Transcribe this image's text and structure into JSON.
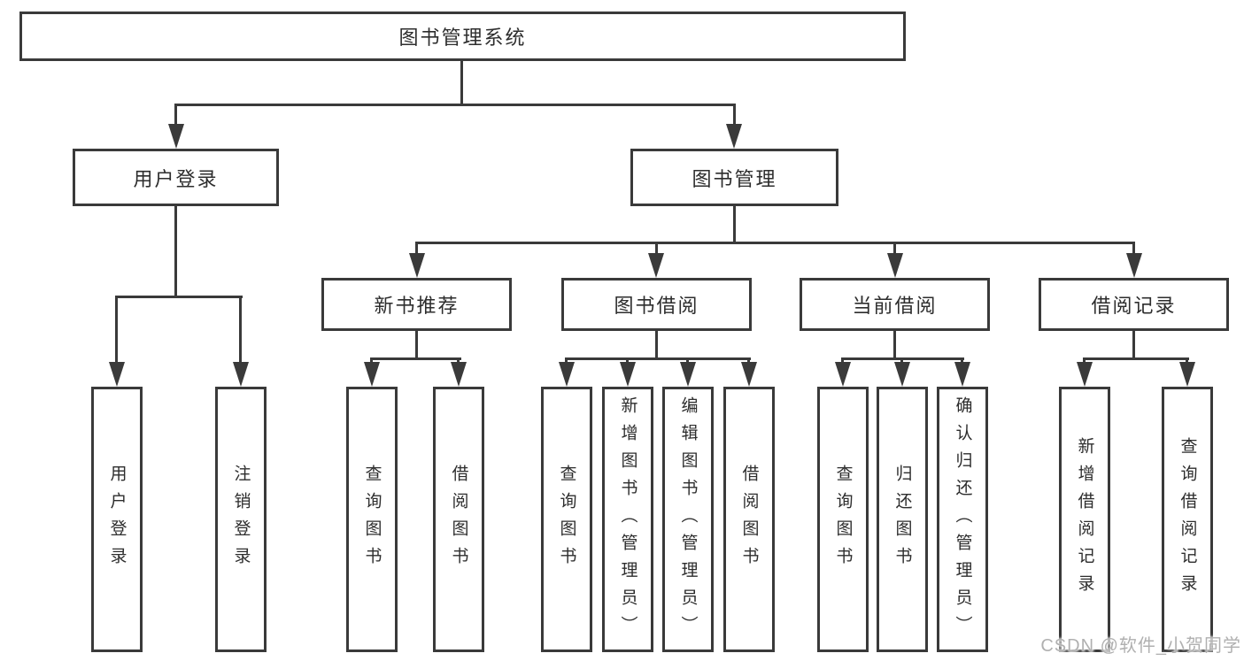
{
  "diagram": {
    "root": {
      "label": "图书管理系统"
    },
    "level2": {
      "user_login": {
        "label": "用户登录"
      },
      "book_mgmt": {
        "label": "图书管理"
      }
    },
    "level3": {
      "new_book_rec": {
        "label": "新书推荐"
      },
      "book_borrow": {
        "label": "图书借阅"
      },
      "current_borrow": {
        "label": "当前借阅"
      },
      "borrow_records": {
        "label": "借阅记录"
      }
    },
    "leaves": {
      "user_login_leaf": {
        "label": "用户登录"
      },
      "logout": {
        "label": "注销登录"
      },
      "rec_query_books": {
        "label": "查询图书"
      },
      "rec_borrow_books": {
        "label": "借阅图书"
      },
      "borrow_query_books": {
        "label": "查询图书"
      },
      "borrow_add_books": {
        "label": "新增图书（管理员）"
      },
      "borrow_edit_books": {
        "label": "编辑图书（管理员）"
      },
      "borrow_borrow_books": {
        "label": "借阅图书"
      },
      "current_query_books": {
        "label": "查询图书"
      },
      "current_return_books": {
        "label": "归还图书"
      },
      "current_confirm_return": {
        "label": "确认归还（管理员）"
      },
      "records_add_record": {
        "label": "新增借阅记录"
      },
      "records_query_record": {
        "label": "查询借阅记录"
      }
    }
  },
  "watermark": {
    "text": "CSDN @软件_小贺同学"
  },
  "colors": {
    "line": "#3a3a3a",
    "text": "#2d2d2d",
    "box_bg": "#ffffff",
    "watermark": "#b0b0b0"
  }
}
